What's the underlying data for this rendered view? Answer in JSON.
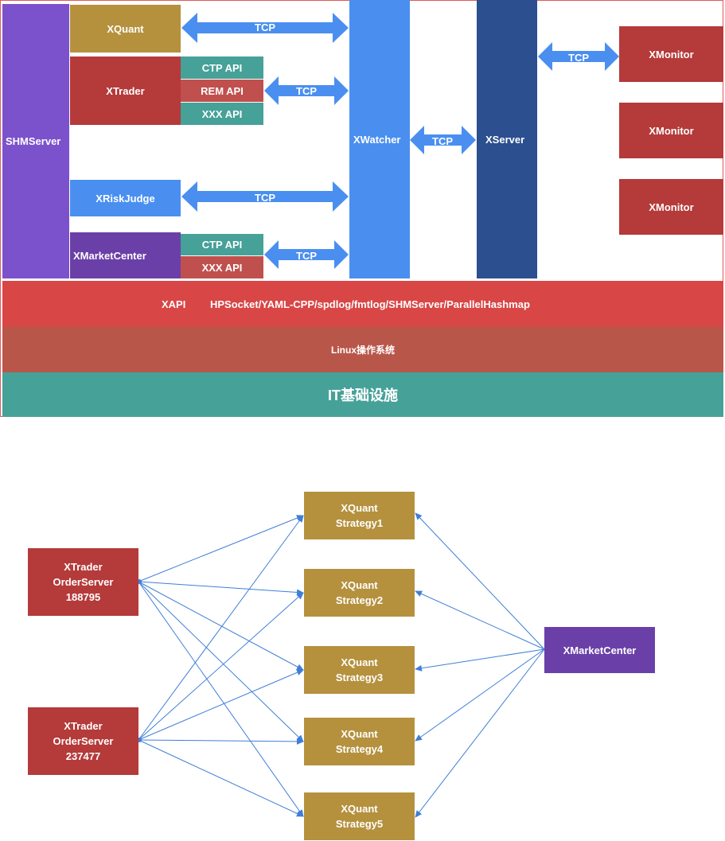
{
  "architecture": {
    "shm_server": "SHMServer",
    "xquant": "XQuant",
    "xtrader": "XTrader",
    "xtrader_apis": [
      "CTP API",
      "REM API",
      "XXX API"
    ],
    "xriskjudge": "XRiskJudge",
    "xmarketcenter": "XMarketCenter",
    "xmarketcenter_apis": [
      "CTP API",
      "XXX API"
    ],
    "xwatcher": "XWatcher",
    "xserver": "XServer",
    "xmonitors": [
      "XMonitor",
      "XMonitor",
      "XMonitor"
    ],
    "tcp_label": "TCP",
    "xapi_label": "XAPI",
    "libs_label": "HPSocket/YAML-CPP/spdlog/fmtlog/SHMServer/ParallelHashmap",
    "os_label": "Linux操作系统",
    "infra_label": "IT基础设施"
  },
  "flow": {
    "traders": [
      {
        "line1": "XTrader",
        "line2": "OrderServer",
        "id": "188795"
      },
      {
        "line1": "XTrader",
        "line2": "OrderServer",
        "id": "237477"
      }
    ],
    "strategies": [
      {
        "line1": "XQuant",
        "line2": "Strategy1"
      },
      {
        "line1": "XQuant",
        "line2": "Strategy2"
      },
      {
        "line1": "XQuant",
        "line2": "Strategy3"
      },
      {
        "line1": "XQuant",
        "line2": "Strategy4"
      },
      {
        "line1": "XQuant",
        "line2": "Strategy5"
      }
    ],
    "market_center": "XMarketCenter"
  },
  "colors": {
    "purple": "#7b52cc",
    "gold": "#b5913e",
    "red": "#b53a3a",
    "teal": "#46a199",
    "blue": "#4a8ff0",
    "navy": "#2b4f8f",
    "xapi_red": "#d94646",
    "os_red": "#b9564a",
    "market_purple": "#6a40a8",
    "line_blue": "#3f7fd6"
  }
}
